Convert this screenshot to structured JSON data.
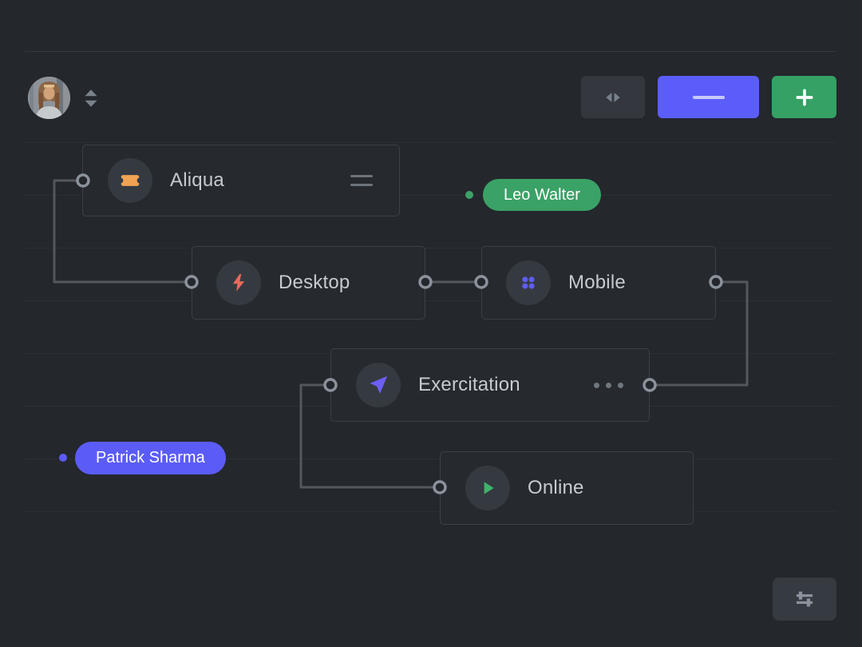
{
  "app": {
    "bg_color": "#24272c",
    "grid_color": "#2b2e34",
    "connector_color": "#53575e",
    "port_ring_color": "#8b929b"
  },
  "header": {
    "buttons": {
      "swap": {
        "icon": "swap-horizontal-icon",
        "bg": "#34383e"
      },
      "primary": {
        "icon": "dash-icon",
        "bg": "#5b5dfb"
      },
      "add": {
        "icon": "plus-icon",
        "bg": "#35a164"
      }
    }
  },
  "nodes": [
    {
      "label": "Aliqua",
      "icon": "ticket-icon",
      "icon_color": "#efa353"
    },
    {
      "label": "Desktop",
      "icon": "lightning-icon",
      "icon_color": "#e96a5c"
    },
    {
      "label": "Mobile",
      "icon": "dots-grid-icon",
      "icon_color": "#5f5cf2"
    },
    {
      "label": "Exercitation",
      "icon": "send-arrow-icon",
      "icon_color": "#6c5ff6"
    },
    {
      "label": "Online",
      "icon": "play-icon",
      "icon_color": "#3fb36b"
    }
  ],
  "badges": [
    {
      "text": "Leo Walter",
      "color": "#3aa266"
    },
    {
      "text": "Patrick Sharma",
      "color": "#5b5cf7"
    }
  ]
}
